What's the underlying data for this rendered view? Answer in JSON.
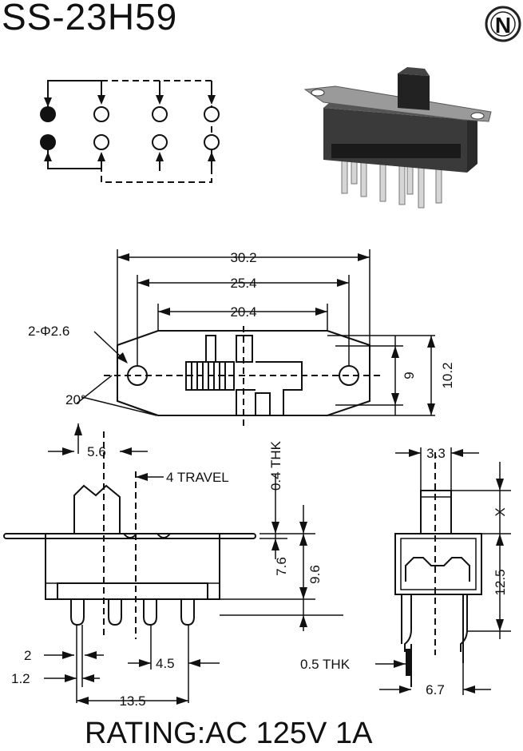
{
  "header": {
    "model": "SS-23H59",
    "logo_letter": "N"
  },
  "schematic": {
    "filled_pins": 2,
    "open_pins": 6
  },
  "top_view": {
    "overall_length": "30.2",
    "mount_pitch": "25.4",
    "body_length": "20.4",
    "hole_callout": "2-Φ2.6",
    "chamfer_angle": "20°",
    "height_inner": "9",
    "height_outer": "10.2"
  },
  "side_view": {
    "actuator_width": "5.6",
    "travel": "4 TRAVEL",
    "plate_thickness": "0.4 THK",
    "body_height": "7.6",
    "total_height": "9.6",
    "pin_width": "2",
    "pin_thickness": "1.2",
    "pin_pitch": "4.5",
    "pin_span": "13.5"
  },
  "end_view": {
    "actuator_thickness": "3.3",
    "actuator_height": "X",
    "pin_length": "12.5",
    "pin_thk": "0.5 THK",
    "row_spacing": "6.7"
  },
  "footer": {
    "rating": "RATING:AC 125V 1A"
  },
  "colors": {
    "ink": "#111111",
    "photo_body": "#3a3a3a",
    "photo_pins": "#d8d8d8"
  }
}
